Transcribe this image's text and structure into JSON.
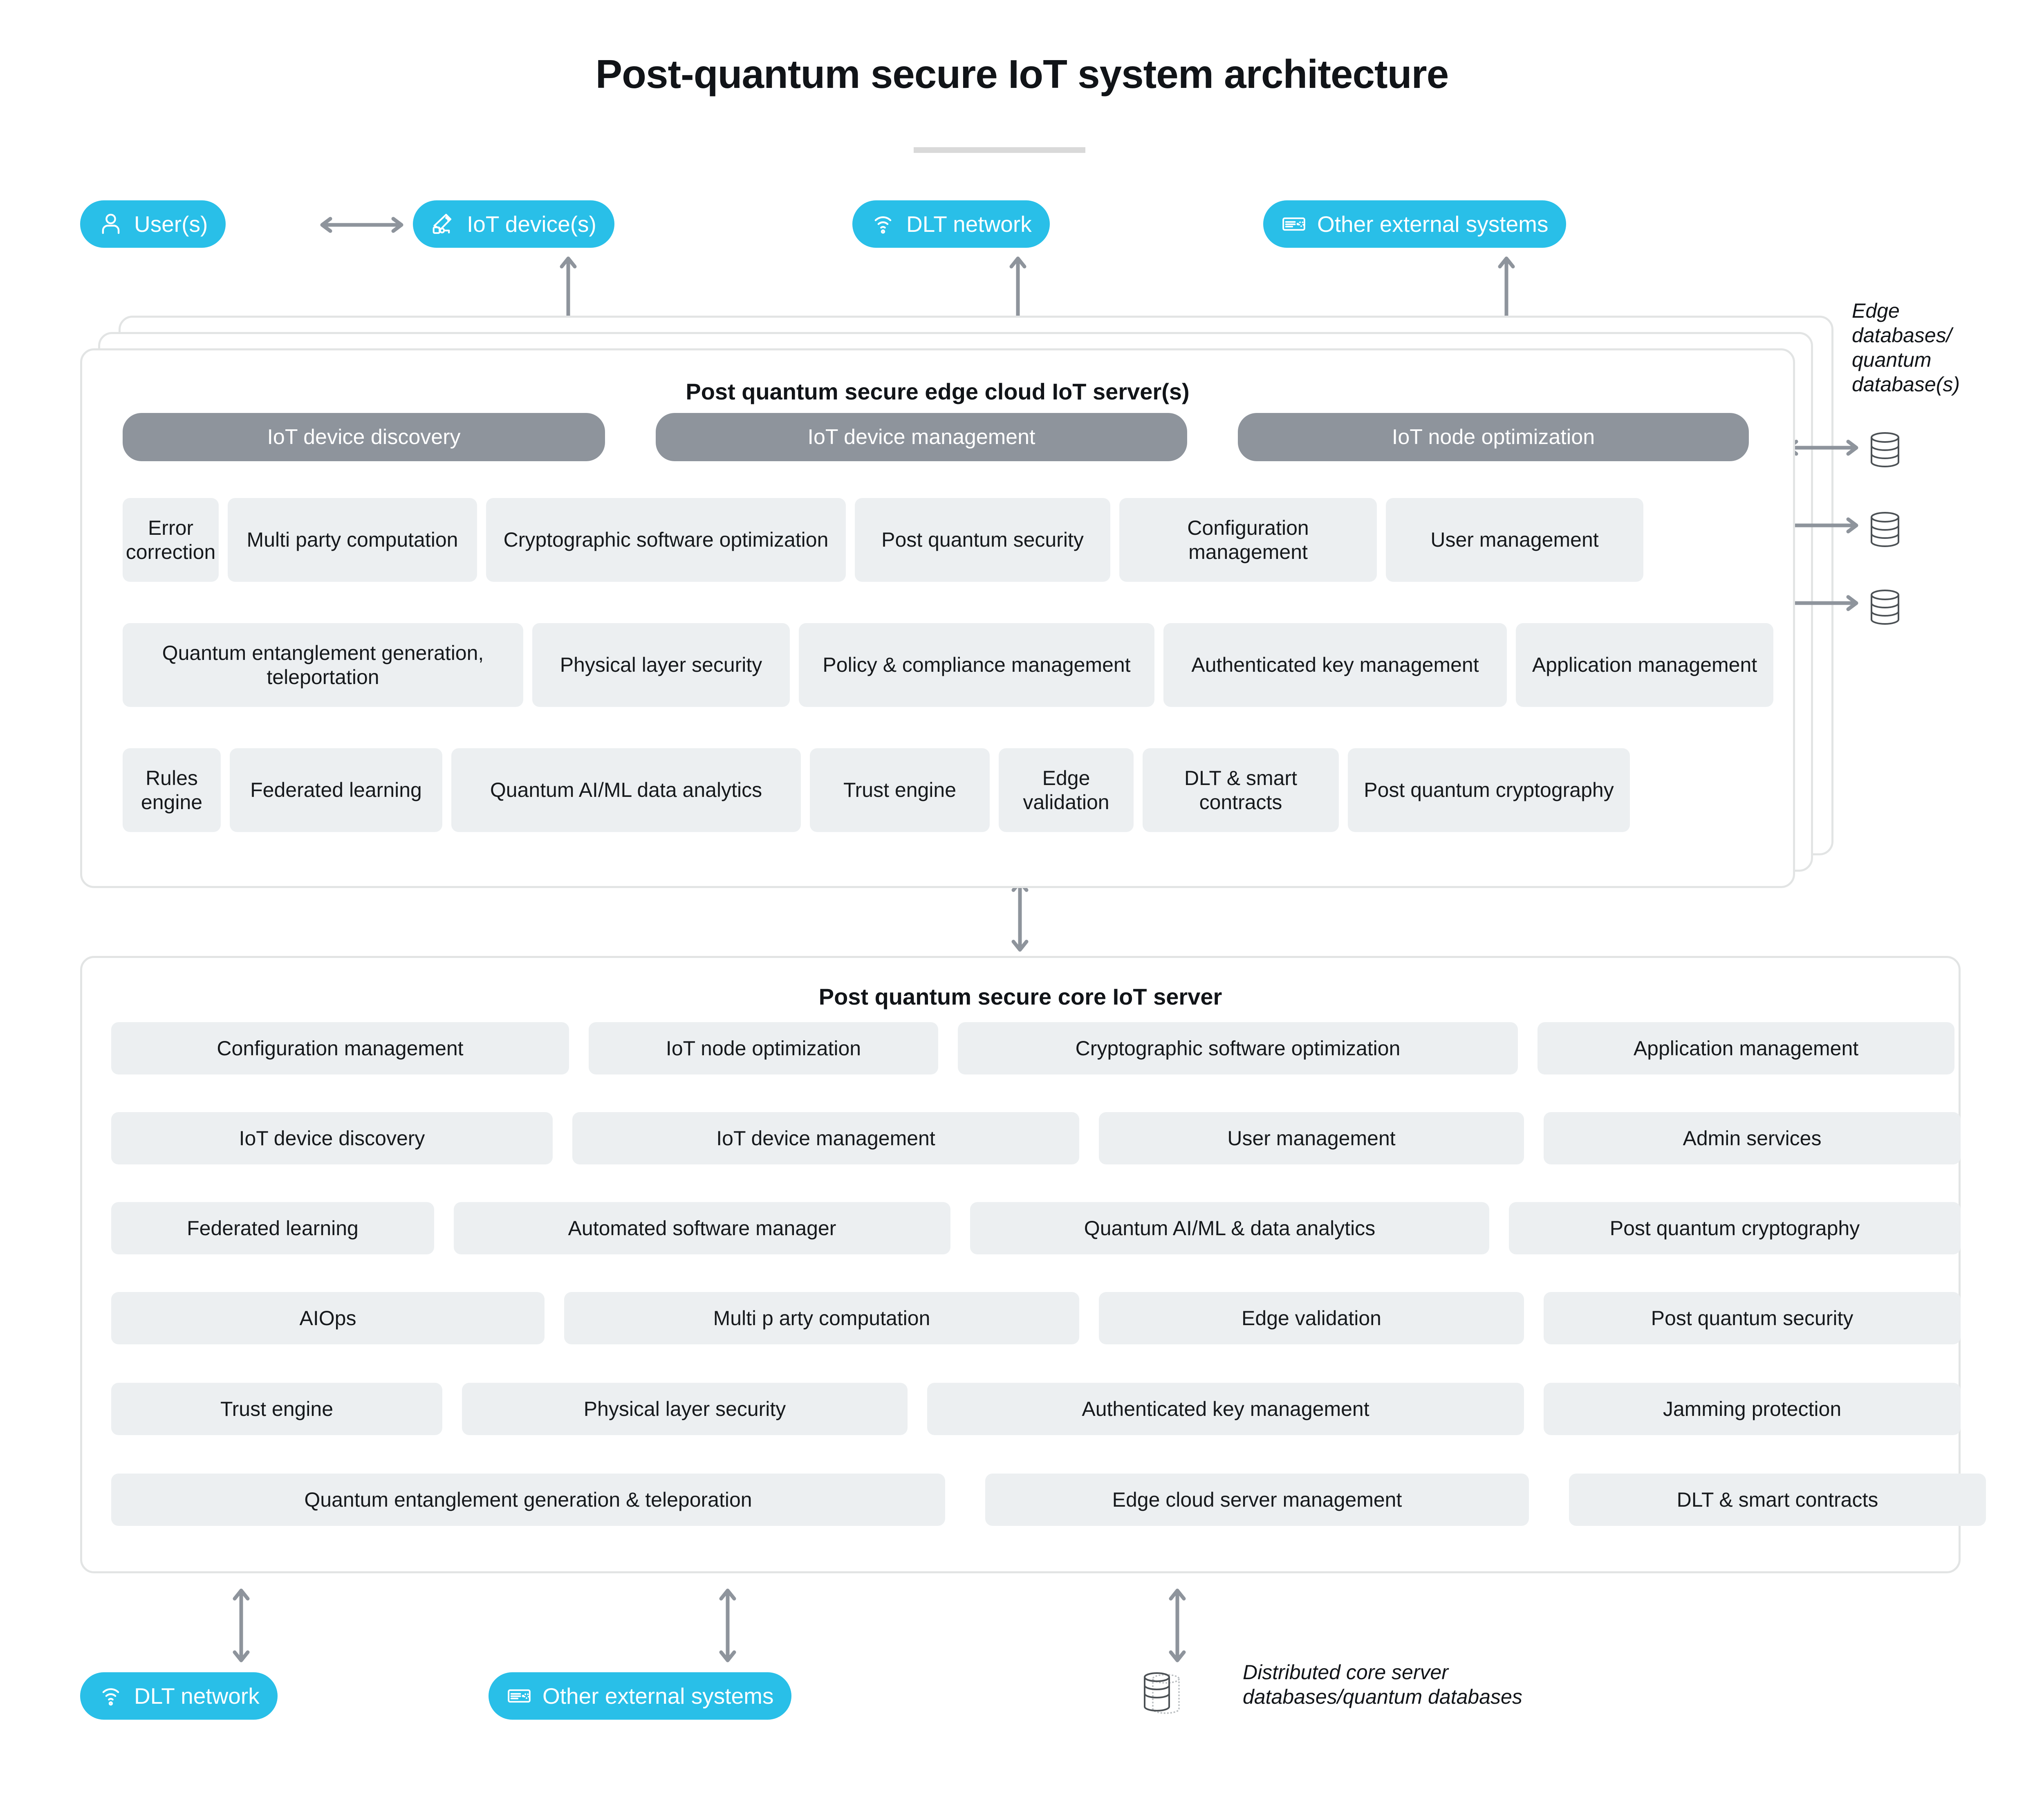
{
  "title": "Post-quantum secure IoT system architecture",
  "top_actors": [
    {
      "label": "User(s)",
      "icon": "user-icon"
    },
    {
      "label": "IoT device(s)",
      "icon": "camera-icon"
    },
    {
      "label": "DLT network",
      "icon": "wifi-icon"
    },
    {
      "label": "Other external systems",
      "icon": "server-icon"
    }
  ],
  "edge_server": {
    "title": "Post quantum secure edge cloud IoT server(s)",
    "categories": [
      "IoT device discovery",
      "IoT device management",
      "IoT node optimization"
    ],
    "rows": [
      [
        "Error correction",
        "Multi party computation",
        "Cryptographic software optimization",
        "Post quantum security",
        "Configuration management",
        "User management"
      ],
      [
        "Quantum entanglement generation, teleportation",
        "Physical layer security",
        "Policy & compliance management",
        "Authenticated key management",
        "Application management"
      ],
      [
        "Rules engine",
        "Federated learning",
        "Quantum AI/ML data analytics",
        "Trust engine",
        "Edge validation",
        "DLT & smart contracts",
        "Post quantum cryptography"
      ]
    ]
  },
  "edge_databases_note": "Edge\ndatabases/\nquantum\ndatabase(s)",
  "core_server": {
    "title": "Post quantum secure core IoT server",
    "rows": [
      [
        "Configuration management",
        "IoT node optimization",
        "Cryptographic software optimization",
        "Application management"
      ],
      [
        "IoT device discovery",
        "IoT device management",
        "User management",
        "Admin services"
      ],
      [
        "Federated learning",
        "Automated software manager",
        "Quantum AI/ML & data analytics",
        "Post quantum cryptography"
      ],
      [
        "AIOps",
        "Multi p arty computation",
        "Edge validation",
        "Post quantum security"
      ],
      [
        "Trust engine",
        "Physical layer security",
        "Authenticated key management",
        "Jamming protection"
      ],
      [
        "Quantum entanglement generation & teleporation",
        "Edge cloud server management",
        "DLT & smart contracts"
      ]
    ]
  },
  "bottom_actors": [
    {
      "label": "DLT network",
      "icon": "wifi-icon"
    },
    {
      "label": "Other external systems",
      "icon": "server-icon"
    }
  ],
  "core_databases_note": "Distributed core server\ndatabases/quantum databases",
  "colors": {
    "accent": "#29bfe8",
    "category": "#8e949c",
    "feature_bg": "#eceff1",
    "card_border": "#e2e4e4",
    "arrow": "#8e949c",
    "text": "#111418"
  }
}
